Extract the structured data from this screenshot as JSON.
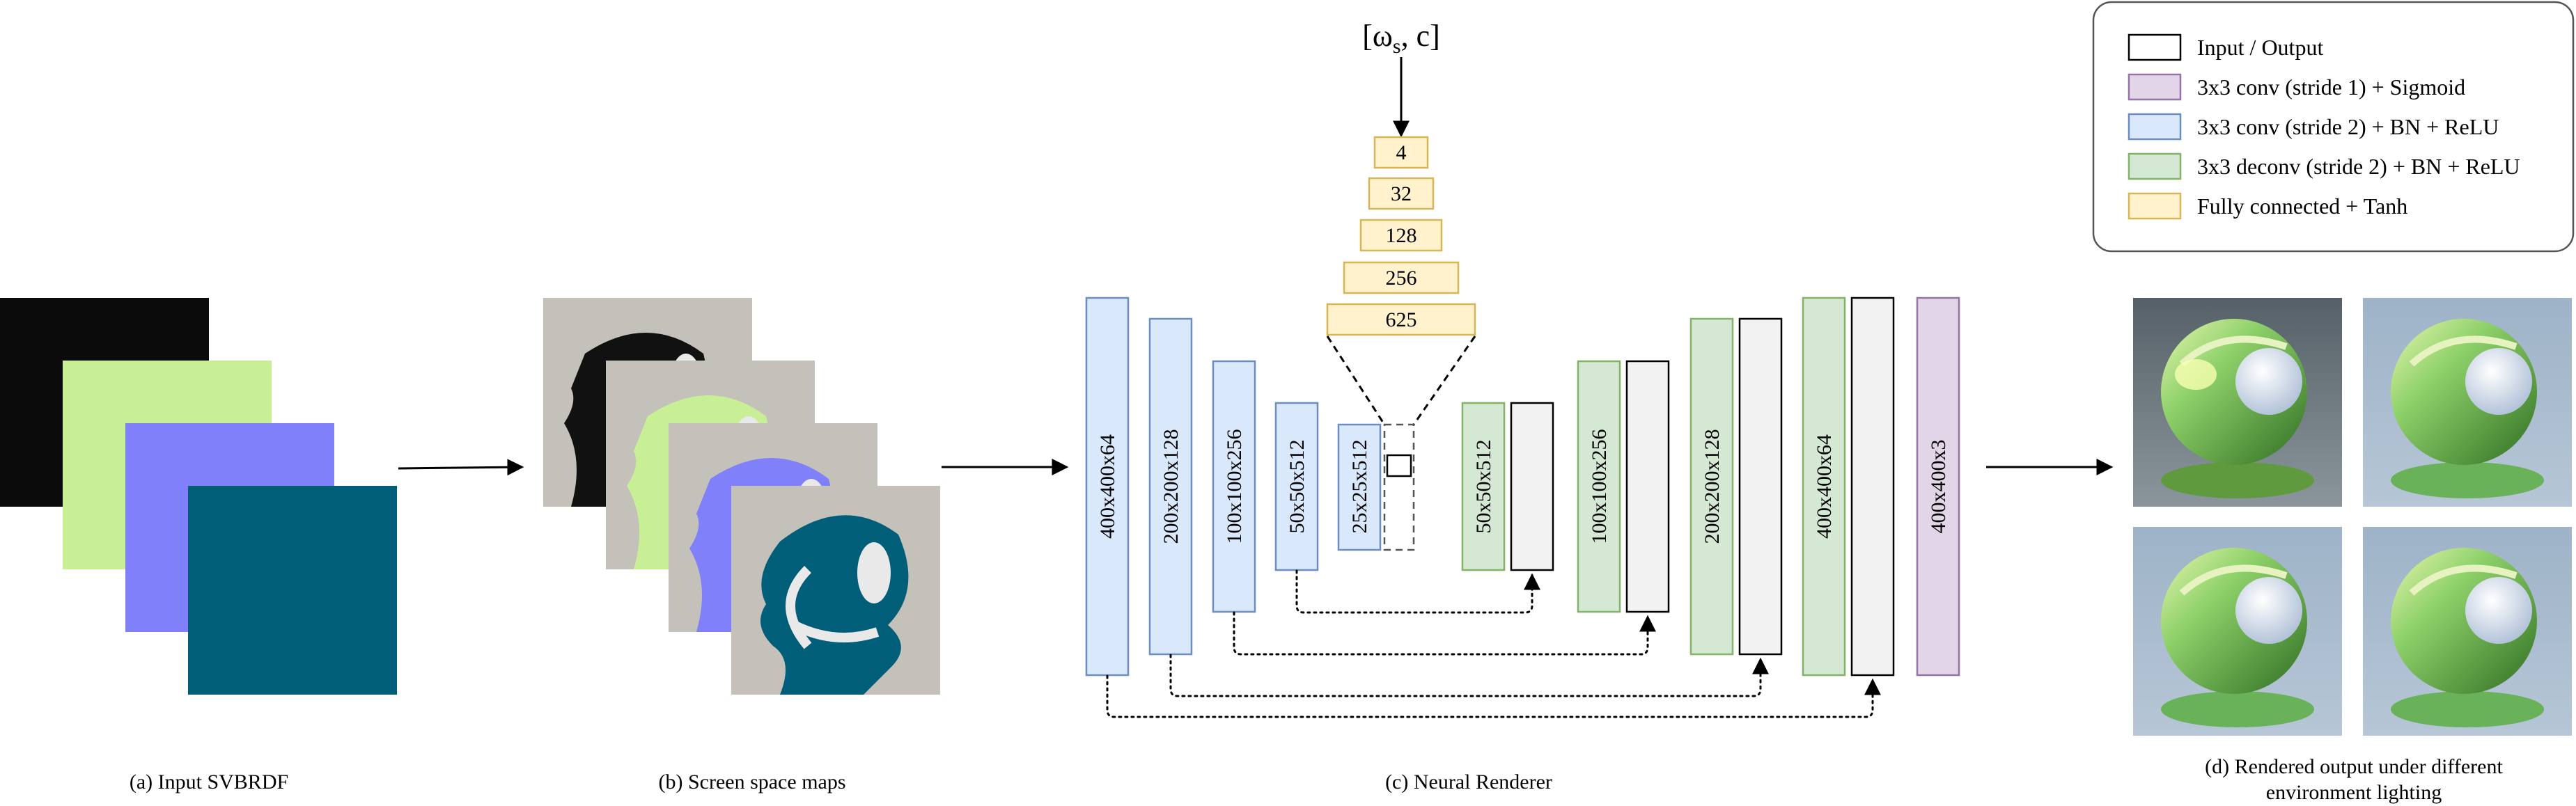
{
  "panels": {
    "a_caption": "(a) Input SVBRDF",
    "b_caption": "(b) Screen space maps",
    "c_caption": "(c) Neural Renderer",
    "d_caption_line1": "(d) Rendered output under different",
    "d_caption_line2": "environment lighting"
  },
  "colors": {
    "svbrdf_maps": [
      "#0b0b0b",
      "#c8ef96",
      "#8080fa",
      "#005e78"
    ],
    "input_output": "#f2f2f2",
    "conv_sigmoid": "#e1d5e7",
    "conv_bn_relu": "#dae8fc",
    "deconv_bn_relu": "#d5e8d4",
    "fully_connected": "#fff2cc",
    "conv_stroke": "#6c8ebf",
    "deconv_stroke": "#82b366",
    "fc_stroke": "#d6b656",
    "sigmoid_stroke": "#9673a6"
  },
  "legend": {
    "items": [
      {
        "label": "Input / Output",
        "kind": "input_output"
      },
      {
        "label": "3x3 conv (stride 1) + Sigmoid",
        "kind": "conv_sigmoid"
      },
      {
        "label": "3x3 conv (stride 2) + BN + ReLU",
        "kind": "conv_bn_relu"
      },
      {
        "label": "3x3 deconv (stride 2) + BN + ReLU",
        "kind": "deconv_bn_relu"
      },
      {
        "label": "Fully connected + Tanh",
        "kind": "fully_connected"
      }
    ]
  },
  "renderer": {
    "condition_label": "[ω",
    "condition_sub": "s",
    "condition_tail": ", c]",
    "fc_layers": [
      "4",
      "32",
      "128",
      "256",
      "625"
    ],
    "encoder": [
      "400x400x64",
      "200x200x128",
      "100x100x256",
      "50x50x512",
      "25x25x512"
    ],
    "decoder": [
      "50x50x512",
      "100x100x256",
      "200x200x128",
      "400x400x64"
    ],
    "output": "400x400x3"
  }
}
